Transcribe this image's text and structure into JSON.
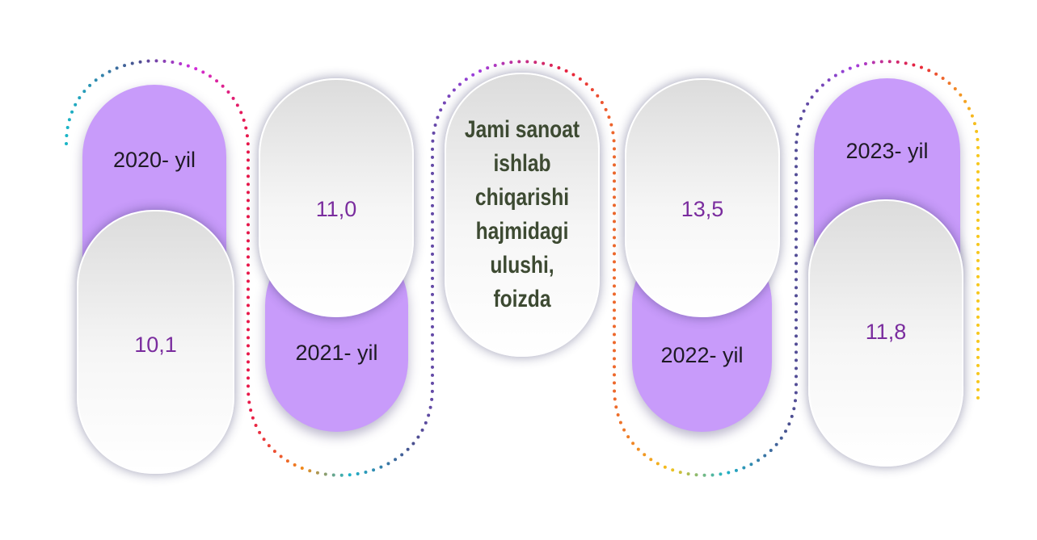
{
  "title": "Jami sanoat ishlab chiqarishi hajmidagi ulushi, foizda",
  "title_lines": [
    "Jami sanoat",
    "ishlab chiqarishi",
    "hajmidagi ulushi,",
    "foizda"
  ],
  "items": [
    {
      "year": "2020- yil",
      "value": "10,1"
    },
    {
      "year": "2021- yil",
      "value": "11,0"
    },
    {
      "year": "2022- yil",
      "value": "13,5"
    },
    {
      "year": "2023- yil",
      "value": "11,8"
    }
  ],
  "colors": {
    "pill_purple": "#c89bfa",
    "value_text": "#7a2c9e",
    "title_text": "#3d4a32"
  }
}
